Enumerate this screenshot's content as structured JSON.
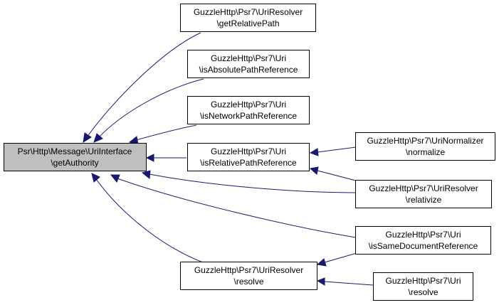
{
  "colors": {
    "edge": "#191970",
    "focus_fill": "#bfbfbf",
    "node_fill": "#ffffff",
    "border": "#000000"
  },
  "nodes": {
    "focus": {
      "line1": "Psr\\Http\\Message\\UriInterface",
      "line2": "\\getAuthority"
    },
    "get_relative_path": {
      "line1": "GuzzleHttp\\Psr7\\UriResolver",
      "line2": "\\getRelativePath"
    },
    "is_absolute_path_reference": {
      "line1": "GuzzleHttp\\Psr7\\Uri",
      "line2": "\\isAbsolutePathReference"
    },
    "is_network_path_reference": {
      "line1": "GuzzleHttp\\Psr7\\Uri",
      "line2": "\\isNetworkPathReference"
    },
    "is_relative_path_reference": {
      "line1": "GuzzleHttp\\Psr7\\Uri",
      "line2": "\\isRelativePathReference"
    },
    "normalize": {
      "line1": "GuzzleHttp\\Psr7\\UriNormalizer",
      "line2": "\\normalize"
    },
    "relativize": {
      "line1": "GuzzleHttp\\Psr7\\UriResolver",
      "line2": "\\relativize"
    },
    "is_same_document_reference": {
      "line1": "GuzzleHttp\\Psr7\\Uri",
      "line2": "\\isSameDocumentReference"
    },
    "resolver_resolve": {
      "line1": "GuzzleHttp\\Psr7\\UriResolver",
      "line2": "\\resolve"
    },
    "uri_resolve": {
      "line1": "GuzzleHttp\\Psr7\\Uri",
      "line2": "\\resolve"
    }
  }
}
